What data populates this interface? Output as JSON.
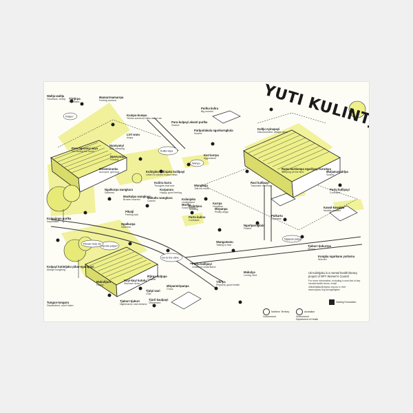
{
  "poster": {
    "title": "YUTI KULINTJAKU",
    "colors": {
      "highlight": "#eef08a",
      "ink": "#1a1a1a",
      "paper": "#fdfdf6",
      "frame": "#f0f0f0"
    },
    "labels": [
      {
        "name": "Waltja-waltja",
        "desc": "Homesick, lonely"
      },
      {
        "name": "Tjirtjirpa",
        "desc": "Confused"
      },
      {
        "name": "Mamarrmamarrpa",
        "desc": "Feeling anxious"
      },
      {
        "name": "Kumpu-kumpu",
        "desc": "Thinks someone talks about me"
      },
      {
        "name": "Para ngaranyi wiya",
        "desc": "Not feeling the home"
      },
      {
        "name": "Lirri wara",
        "desc": "Angry"
      },
      {
        "name": "Nyanyanyi",
        "desc": "Sad, weeping"
      },
      {
        "name": "Nyanyarpa",
        "desc": "Hunting"
      },
      {
        "name": "Miranmiranku",
        "desc": "Annoyed, grieving"
      },
      {
        "name": "Ngalkurpa wangkara",
        "desc": "Sadness"
      },
      {
        "name": "Kulinjaku-kulinjaku kulilpayi",
        "desc": "Listen to voices in your head"
      },
      {
        "name": "Kulirra kurra",
        "desc": "Thoughts that hurt"
      },
      {
        "name": "Kurparara",
        "desc": "Happy, good feeling"
      },
      {
        "name": "Mukultu wangkara",
        "desc": "Careful"
      },
      {
        "name": "Mankulpa wangkara",
        "desc": "Broken hearted"
      },
      {
        "name": "Pikatji",
        "desc": "Feeling sick"
      },
      {
        "name": "Kulunjinpa purlka",
        "desc": "Depressed"
      },
      {
        "name": "Ngalkurpa",
        "desc": "Sadness"
      },
      {
        "name": "Murlka",
        "desc": "Good feeling"
      },
      {
        "name": "Kulunjaku",
        "desc": "Understand"
      },
      {
        "name": "Purtu kulinu",
        "desc": "Confused"
      },
      {
        "name": "Karrpa",
        "desc": "Hopeless"
      },
      {
        "name": "Wangkara",
        "desc": "Talk too much"
      },
      {
        "name": "Kulintjara",
        "desc": "Thinking"
      },
      {
        "name": "Mirpanpa",
        "desc": "Really angry"
      },
      {
        "name": "Purlka kulira",
        "desc": "Big worries"
      },
      {
        "name": "Paru-kulpayi akunti purlka",
        "desc": "Scared"
      },
      {
        "name": "Parlparlakala ngurkurngkula",
        "desc": "Scared"
      },
      {
        "name": "Kultju nyinapayi",
        "desc": "Disconnected, always alone"
      },
      {
        "name": "Karrirarrpa",
        "desc": "Aggression"
      },
      {
        "name": "Rama kurdumpa ngarilpayi tururkpa",
        "desc": "Sleeping all the time"
      },
      {
        "name": "Ravi kulilpayi",
        "desc": "Traumatic memory"
      },
      {
        "name": "Mutjamanjalrlpa",
        "desc": "Scared"
      },
      {
        "name": "Purtu kulilpayi",
        "desc": "Confused"
      },
      {
        "name": "Kawul-kawulpa",
        "desc": "Muddle headed"
      },
      {
        "name": "Wangamanu",
        "desc": "Talking to fast"
      },
      {
        "name": "Ngarlparngkala",
        "desc": "Fearful"
      },
      {
        "name": "Pulkartu",
        "desc": "Hopeless"
      },
      {
        "name": "Tjukurr-tjukurrpa",
        "desc": "Sleepy"
      },
      {
        "name": "Kungka ngarkanu yurlarna",
        "desc": "Worried"
      },
      {
        "name": "Mukulya",
        "desc": "Loving, kind"
      },
      {
        "name": "Yiliriya",
        "desc": "Physical, good health"
      },
      {
        "name": "Kuyi-kuyi kututu",
        "desc": "Stomach ache"
      },
      {
        "name": "Iltjirpa kutjupa",
        "desc": "Unclear"
      },
      {
        "name": "Tjulpi wari",
        "desc": "Cold"
      },
      {
        "name": "Tjurti kaulpayi",
        "desc": "Depressed"
      },
      {
        "name": "Tjukurr-tjukurr",
        "desc": "Nightmares, bad dreams"
      },
      {
        "name": "Tungun-tunguru",
        "desc": "Disobedient, won't listen"
      },
      {
        "name": "Kulpayi kutintjaku pilun-ngarapayi",
        "desc": "Always coughing"
      },
      {
        "name": "Mukultjara",
        "desc": "Happy"
      },
      {
        "name": "Purtu kulilpayi",
        "desc": "Unable to understand"
      },
      {
        "name": "Mirpanmirpanpa",
        "desc": "Cross"
      }
    ],
    "speech": [
      "Palya?",
      "Kulila wiya",
      "Wanyu",
      "Nyuntu palya?",
      "Go to the clinic",
      "Ngayulu palya",
      "Please help me"
    ],
    "info": {
      "text": "Uti Kulintjaku is a mental health literacy project of NPY Women's Council",
      "more": "For more information, including a word list of key mental health terms, email utikulintjaku@npywc.org.au or visit www.npywc.org.au/ngangkari"
    },
    "logos": [
      {
        "name": "Healing Foundation",
        "line2": ""
      },
      {
        "name": "Australian Government",
        "line2": "Department of Health"
      },
      {
        "name": "Northern Territory Government",
        "line2": ""
      }
    ]
  }
}
